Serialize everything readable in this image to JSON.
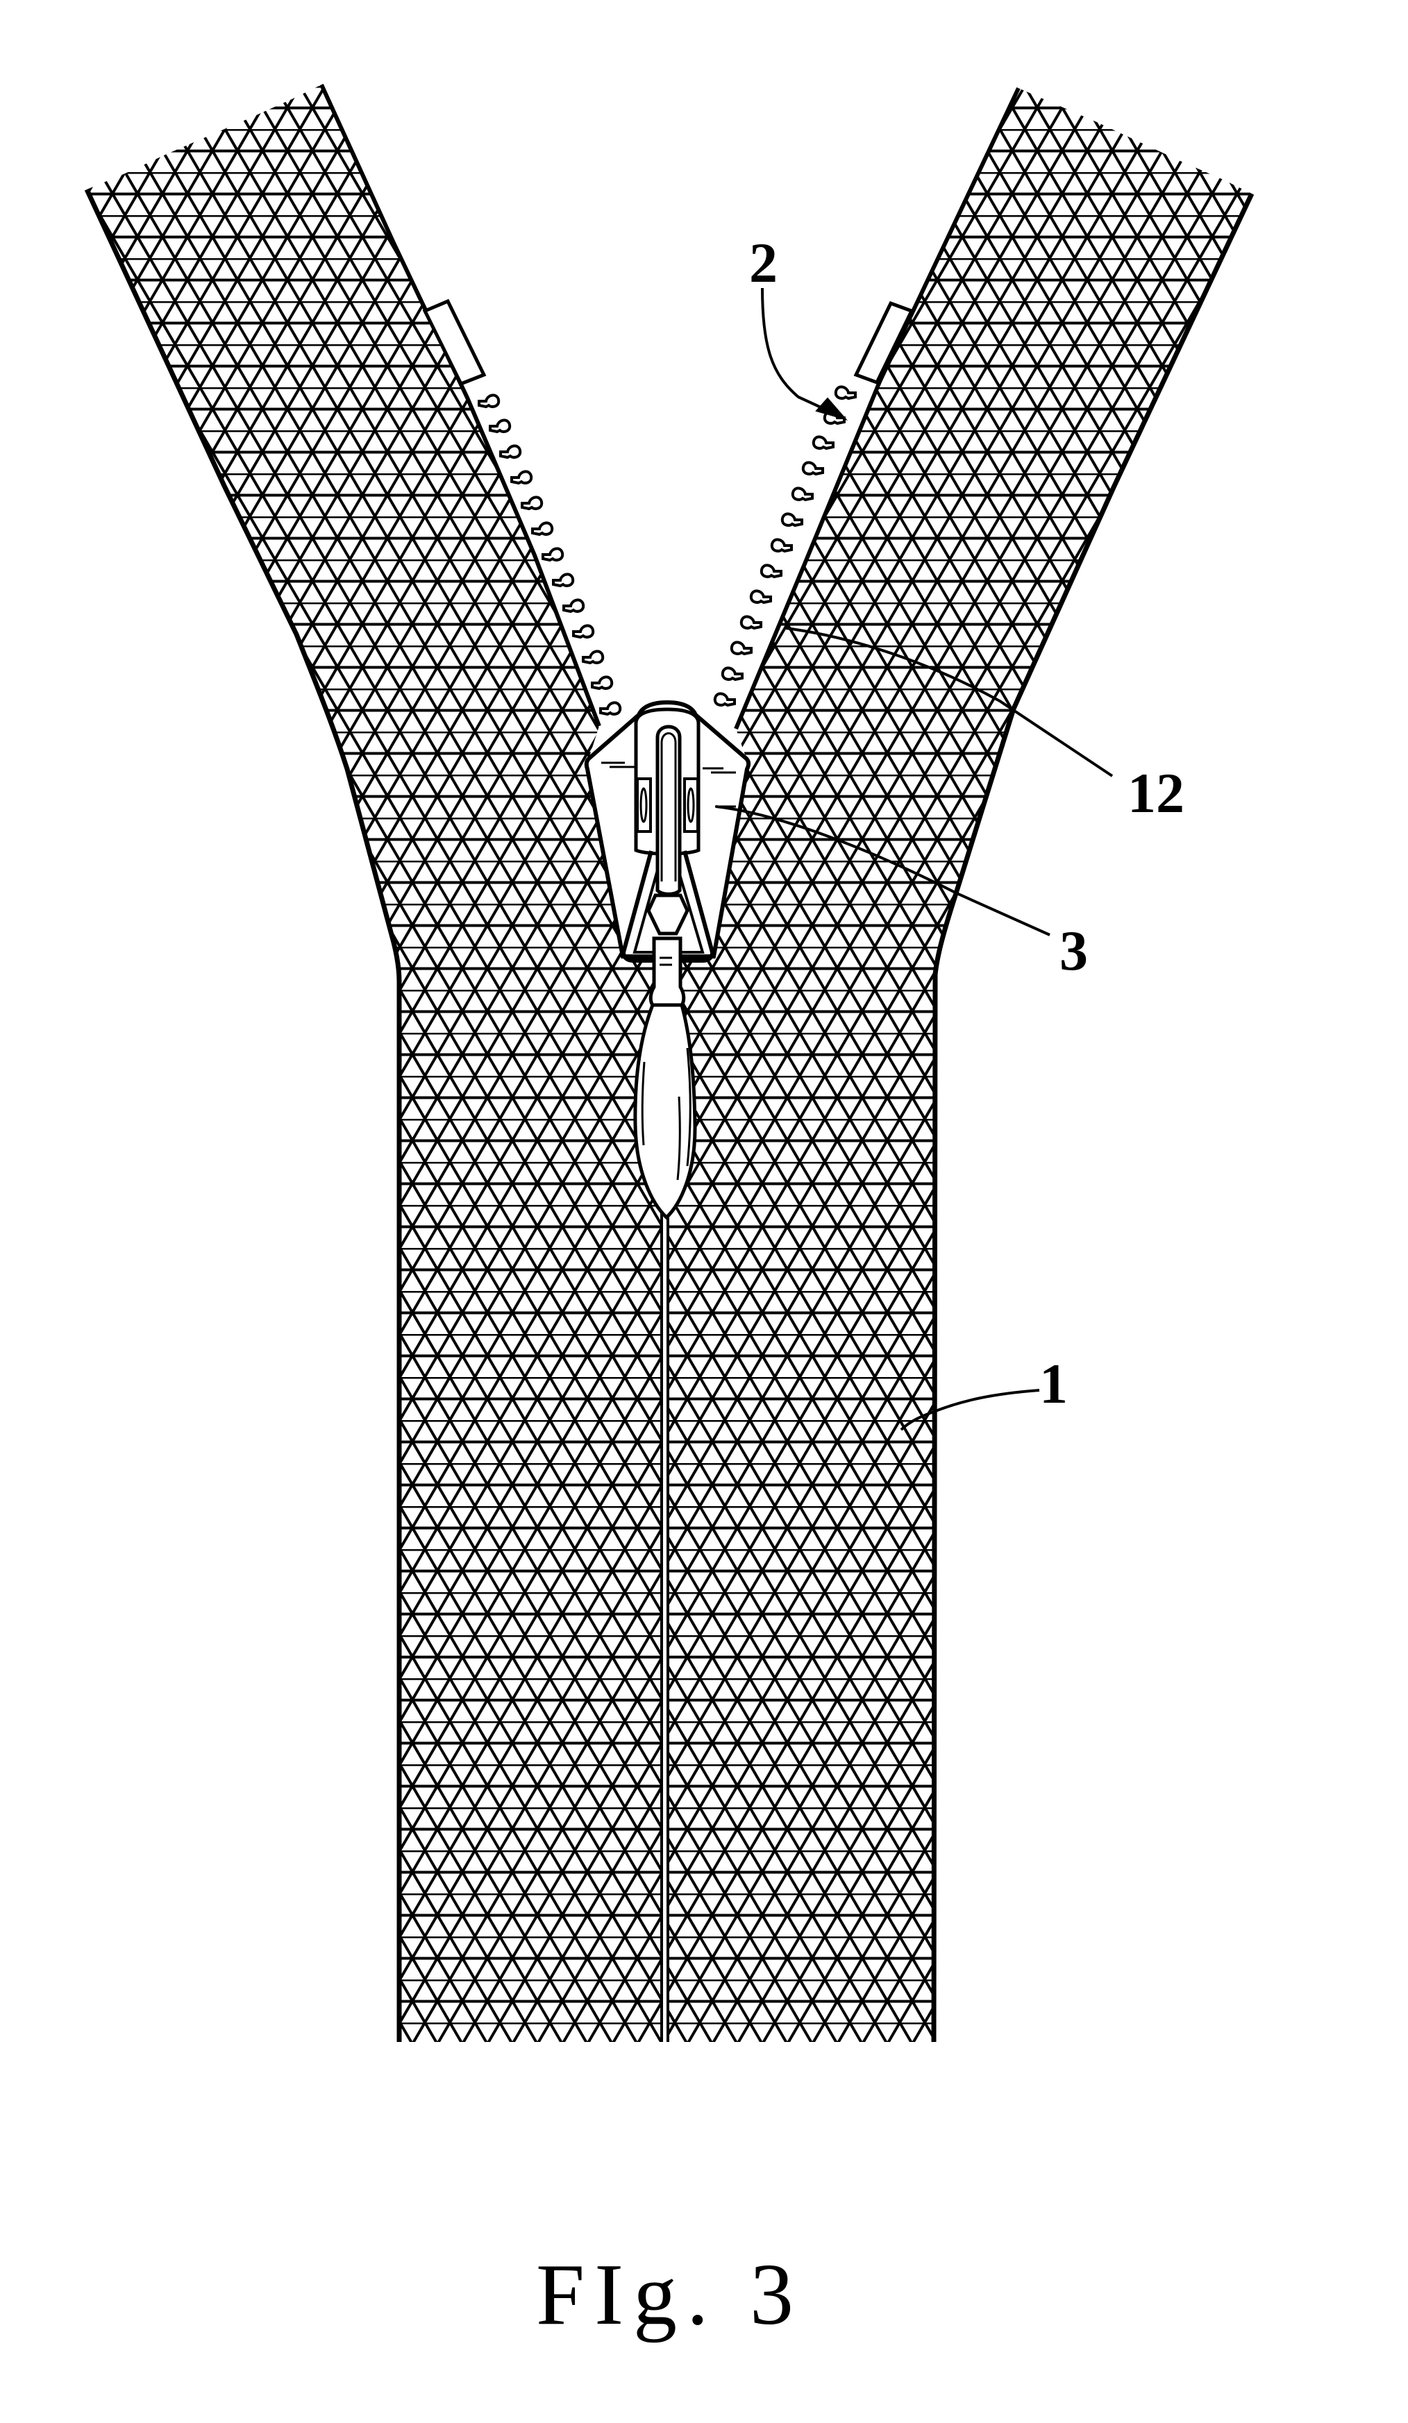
{
  "figure": {
    "caption": "FIg. 3",
    "subject": "invisible zipper with slider and pull tab, partially opened"
  },
  "reference_labels": [
    {
      "id": "2",
      "text": "2",
      "points_to": "zipper teeth (arrow)"
    },
    {
      "id": "12",
      "text": "12",
      "points_to": "tape inner edge"
    },
    {
      "id": "3",
      "text": "3",
      "points_to": "slider"
    },
    {
      "id": "1",
      "text": "1",
      "points_to": "zipper tape"
    }
  ],
  "colors": {
    "ink": "#000000",
    "paper": "#ffffff"
  }
}
